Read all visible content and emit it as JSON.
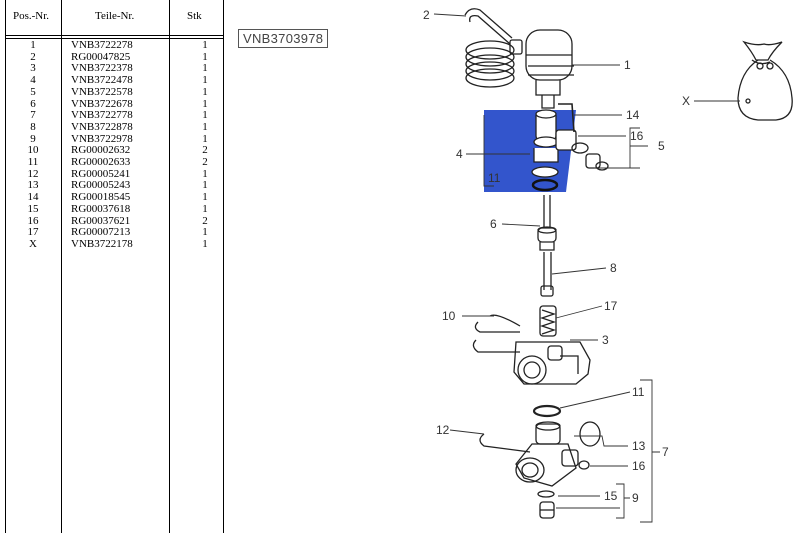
{
  "table": {
    "headers": {
      "pos": "Pos.-Nr.",
      "teil": "Teile-Nr.",
      "stk": "Stk"
    },
    "rows": [
      {
        "pos": "1",
        "teil": "VNB3722278",
        "stk": "1"
      },
      {
        "pos": "2",
        "teil": "RG00047825",
        "stk": "1"
      },
      {
        "pos": "3",
        "teil": "VNB3722378",
        "stk": "1"
      },
      {
        "pos": "4",
        "teil": "VNB3722478",
        "stk": "1"
      },
      {
        "pos": "5",
        "teil": "VNB3722578",
        "stk": "1"
      },
      {
        "pos": "6",
        "teil": "VNB3722678",
        "stk": "1"
      },
      {
        "pos": "7",
        "teil": "VNB3722778",
        "stk": "1"
      },
      {
        "pos": "8",
        "teil": "VNB3722878",
        "stk": "1"
      },
      {
        "pos": "9",
        "teil": "VNB3722978",
        "stk": "1"
      },
      {
        "pos": "10",
        "teil": "RG00002632",
        "stk": "2"
      },
      {
        "pos": "11",
        "teil": "RG00002633",
        "stk": "2"
      },
      {
        "pos": "12",
        "teil": "RG00005241",
        "stk": "1"
      },
      {
        "pos": "13",
        "teil": "RG00005243",
        "stk": "1"
      },
      {
        "pos": "14",
        "teil": "RG00018545",
        "stk": "1"
      },
      {
        "pos": "15",
        "teil": "RG00037618",
        "stk": "1"
      },
      {
        "pos": "16",
        "teil": "RG00037621",
        "stk": "2"
      },
      {
        "pos": "17",
        "teil": "RG00007213",
        "stk": "1"
      },
      {
        "pos": "X",
        "teil": "VNB3722178",
        "stk": "1"
      }
    ]
  },
  "drawing_number": "VNB3703978",
  "callouts": {
    "c1": "1",
    "c2": "2",
    "c3": "3",
    "c4": "4",
    "c5": "5",
    "c6": "6",
    "c7": "7",
    "c8": "8",
    "c9": "9",
    "c10": "10",
    "c11a": "11",
    "c11b": "11",
    "c12": "12",
    "c13": "13",
    "c14": "14",
    "c15": "15",
    "c16a": "16",
    "c16b": "16",
    "c17": "17",
    "cX": "X"
  },
  "colors": {
    "highlight": "#3355cc",
    "line": "#222222"
  },
  "icons": [
    "bag-icon"
  ]
}
